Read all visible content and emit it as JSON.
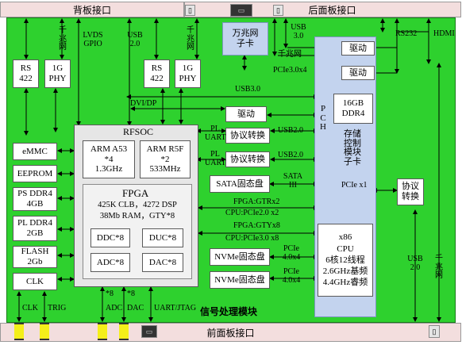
{
  "bars": {
    "back": "背板接口",
    "rear": "后面板接口",
    "front": "前面板接口"
  },
  "module_title": "信号处理模块",
  "left_top": {
    "rs422": "RS\n422",
    "phy": "1G\nPHY",
    "qzw": "千\n兆\n网",
    "lvds": "LVDS\nGPIO",
    "usb": "USB\n2.0"
  },
  "mid_top": {
    "rs422": "RS\n422",
    "phy": "1G\nPHY",
    "qzw": "千\n兆\n网"
  },
  "gigabit_card": "万兆网\n子卡",
  "usb30_label": "USB\n3.0",
  "qzw_h": "千兆网",
  "rs232": "RS232",
  "hdmi": "HDMI",
  "pcie_x4_top": "PCIe3.0x4",
  "usb30_h": "USB3.0",
  "drive_a": "驱动",
  "drive_b": "驱动",
  "pch": "P\nC\nH",
  "ddr4": "16GB\nDDR4",
  "storage_card": "存储\n控制\n模块\n子卡",
  "dvi_dp": "DVI/DP",
  "drive_mid": "驱动",
  "proto1": "协议转换",
  "proto2": "协议转换",
  "pl_uart": "PL\nUART",
  "usb20_label": "USB2.0",
  "sata_ssd": "SATA固态盘",
  "sata3": "SATA\nIII",
  "pcie_x1": "PCIe x1",
  "proto3": "协议\n转换",
  "rfsoc": {
    "title": "RFSOC",
    "a53": "ARM A53\n*4\n1.3GHz",
    "r5f": "ARM R5F\n*2\n533MHz",
    "fpga": "FPGA",
    "fpga_spec": "425K CLB，4272 DSP\n38Mb RAM，GTY*8",
    "ddc": "DDC*8",
    "duc": "DUC*8",
    "adc": "ADC*8",
    "dac": "DAC*8"
  },
  "left_col": [
    "eMMC",
    "EEPROM",
    "PS DDR4\n4GB",
    "PL DDR4\n2GB",
    "FLASH\n2Gb",
    "CLK"
  ],
  "fpga_gtr": "FPGA:GTRx2",
  "cpu_pcie_x2": "CPU:PCIe2.0 x2",
  "fpga_gty": "FPGA:GTYx8",
  "cpu_pcie_x8": "CPU:PCIe3.0 x8",
  "cpu": "x86\nCPU\n6核12线程\n2.6GHz基频\n4.4GHz睿频",
  "nvme1": "NVMe固态盘",
  "nvme2": "NVMe固态盘",
  "pcie40x4_a": "PCIe\n4.0x4",
  "pcie40x4_b": "PCIe\n4.0x4",
  "bottom": {
    "clk": "CLK",
    "trig": "TRIG",
    "x8a": "*8",
    "x8b": "*8",
    "adc": "ADC",
    "dac": "DAC",
    "uart_jtag": "UART/JTAG",
    "usb20": "USB\n2.0",
    "qzw": "千\n兆\n网"
  }
}
